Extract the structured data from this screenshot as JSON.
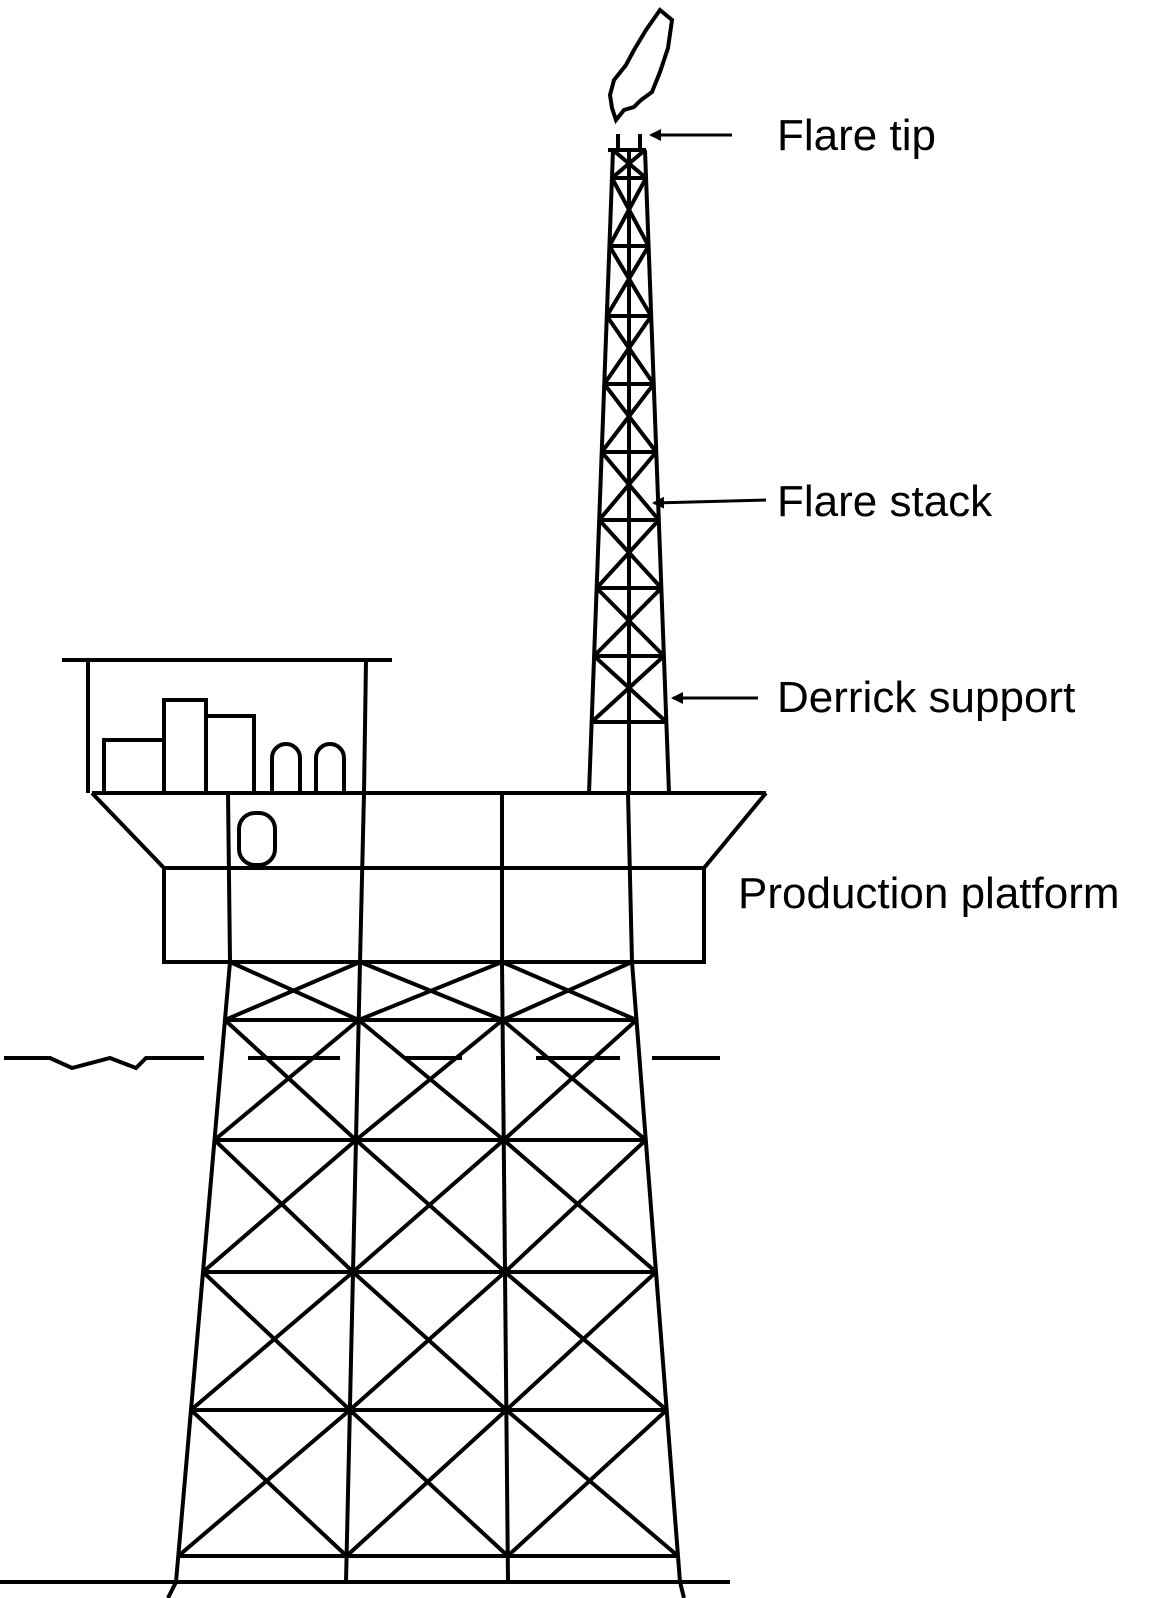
{
  "diagram": {
    "labels": {
      "flare_tip": "Flare tip",
      "flare_stack": "Flare stack",
      "derrick_support": "Derrick support",
      "production_platform": "Production platform"
    },
    "colors": {
      "line": "#000000",
      "background": "#ffffff"
    }
  }
}
